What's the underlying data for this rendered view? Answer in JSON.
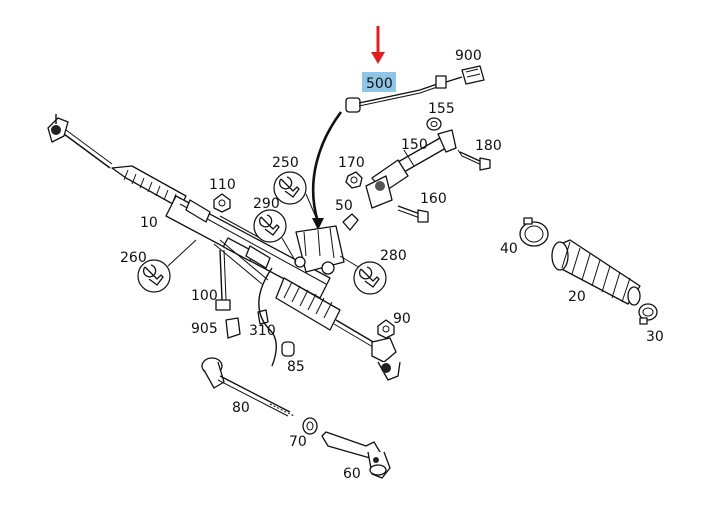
{
  "diagram": {
    "highlighted_part": "500",
    "colors": {
      "highlight": "#8fc6e8",
      "arrow": "#e02020",
      "line": "#111111"
    },
    "labels": {
      "p10": "10",
      "p20": "20",
      "p30": "30",
      "p40": "40",
      "p50": "50",
      "p60": "60",
      "p70": "70",
      "p80": "80",
      "p85": "85",
      "p90": "90",
      "p100": "100",
      "p110": "110",
      "p150": "150",
      "p155": "155",
      "p160": "160",
      "p170": "170",
      "p180": "180",
      "p250": "250",
      "p260": "260",
      "p280": "280",
      "p290": "290",
      "p310": "310",
      "p500": "500",
      "p900": "900",
      "p905": "905"
    },
    "icons": {
      "wrench_callouts": [
        "wrench-icon",
        "wrench-icon",
        "wrench-icon",
        "wrench-icon"
      ],
      "pointer": "red-down-arrow-icon"
    }
  }
}
